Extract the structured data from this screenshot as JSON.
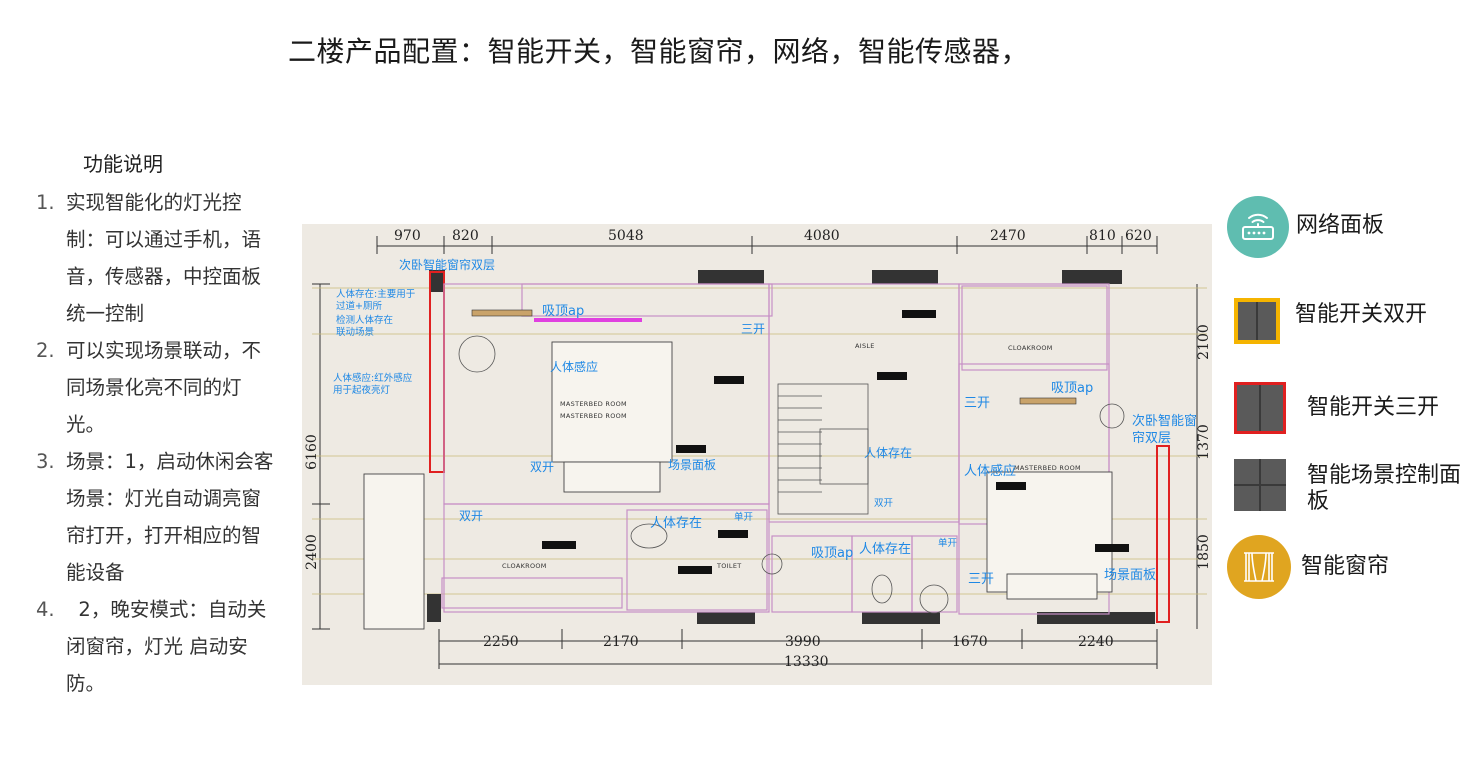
{
  "title": "二楼产品配置：智能开关，智能窗帘，网络，智能传感器，",
  "functions": {
    "heading": "功能说明",
    "items": [
      {
        "num": "1.",
        "text": "实现智能化的灯光控制：可以通过手机，语音，传感器，中控面板统一控制"
      },
      {
        "num": "2.",
        "text": "可以实现场景联动，不同场景化亮不同的灯光。"
      },
      {
        "num": "3.",
        "text": "场景：1，启动休闲会客场景：灯光自动调亮窗帘打开，打开相应的智能设备"
      },
      {
        "num": "4.",
        "text": "  2，晚安模式：自动关闭窗帘，灯光 启动安防。"
      }
    ]
  },
  "floorplan": {
    "dims_top": [
      "970",
      "820",
      "5048",
      "4080",
      "2470",
      "810",
      "620"
    ],
    "dims_bottom": [
      "2250",
      "2170",
      "3990",
      "1670",
      "2240"
    ],
    "dim_total": "13330",
    "dims_left": [
      "6160",
      "2400"
    ],
    "dims_right": [
      "2100",
      "1370",
      "1850"
    ],
    "labels": {
      "curtain_left": "次卧智能窗帘双层",
      "curtain_right_1": "次卧智能窗",
      "curtain_right_2": "帘双层",
      "sensor_note_1a": "人体存在:主要用于",
      "sensor_note_1b": "过道+厕所",
      "sensor_note_1c": "检测人体存在",
      "sensor_note_1d": "联动场景",
      "sensor_note_2a": "人体感应:红外感应",
      "sensor_note_2b": "用于起夜亮灯",
      "ap_1": "吸顶ap",
      "ap_2": "吸顶ap",
      "ap_3": "吸顶ap",
      "sensor_1": "人体感应",
      "sensor_2": "人体感应",
      "presence_1": "人体存在",
      "presence_2": "人体存在",
      "presence_3": "人体存在",
      "scene_1": "场景面板",
      "scene_2": "场景面板",
      "triple_1": "三开",
      "triple_2": "三开",
      "triple_3": "三开",
      "double_1": "双开",
      "double_2": "双开",
      "double_3": "双开",
      "single_1": "单开",
      "single_2": "单开"
    },
    "rooms": {
      "master_1": "MASTERBED ROOM",
      "master_2": "MASTERBED ROOM",
      "master_3": "MASTERBED ROOM",
      "cloak_1": "CLOAKROOM",
      "cloak_2": "CLOAKROOM",
      "aisle": "AISLE",
      "toilet": "TOILET"
    }
  },
  "legend": [
    {
      "icon": "router-icon",
      "label": "网络面板"
    },
    {
      "icon": "double-switch-icon",
      "label": "智能开关双开",
      "border_color": "#f5b400"
    },
    {
      "icon": "triple-switch-icon",
      "label": "智能开关三开",
      "border_color": "#e02020"
    },
    {
      "icon": "scene-panel-icon",
      "label": "智能场景控制面板"
    },
    {
      "icon": "curtain-icon",
      "label": "智能窗帘"
    }
  ],
  "colors": {
    "router_bg": "#5fbdb0",
    "curtain_bg": "#e0a520",
    "switch_fill": "#5a5a5a",
    "label_blue": "#1e88e5"
  }
}
